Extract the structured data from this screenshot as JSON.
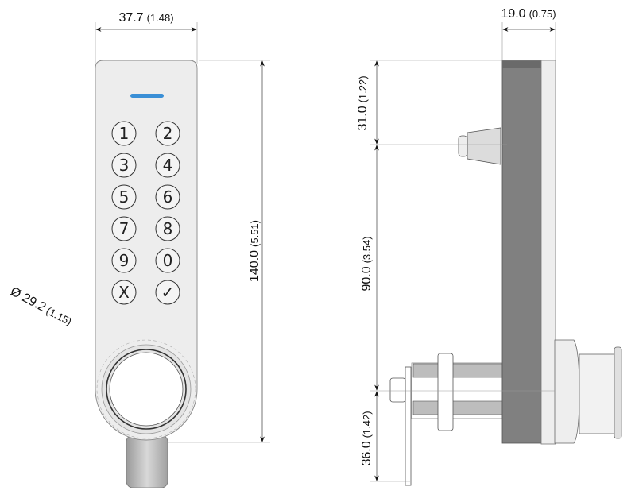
{
  "front_view": {
    "width_dim": {
      "value": "37.7",
      "inch": "(1.48)"
    },
    "height_dim": {
      "value": "140.0",
      "inch": "(5.51)"
    },
    "diameter_dim": {
      "value": "Ø 29.2",
      "inch": "(1.15)"
    },
    "keys": [
      "1",
      "2",
      "3",
      "4",
      "5",
      "6",
      "7",
      "8",
      "9",
      "0",
      "X",
      "✓"
    ],
    "led_color": "#3a8fd6"
  },
  "side_view": {
    "depth_dim": {
      "value": "19.0",
      "inch": "(0.75)"
    },
    "top_dim": {
      "value": "31.0",
      "inch": "(1.22)"
    },
    "mid_dim": {
      "value": "90.0",
      "inch": "(3.54)"
    },
    "bottom_dim": {
      "value": "36.0",
      "inch": "(1.42)"
    },
    "body_color": "#808080"
  }
}
